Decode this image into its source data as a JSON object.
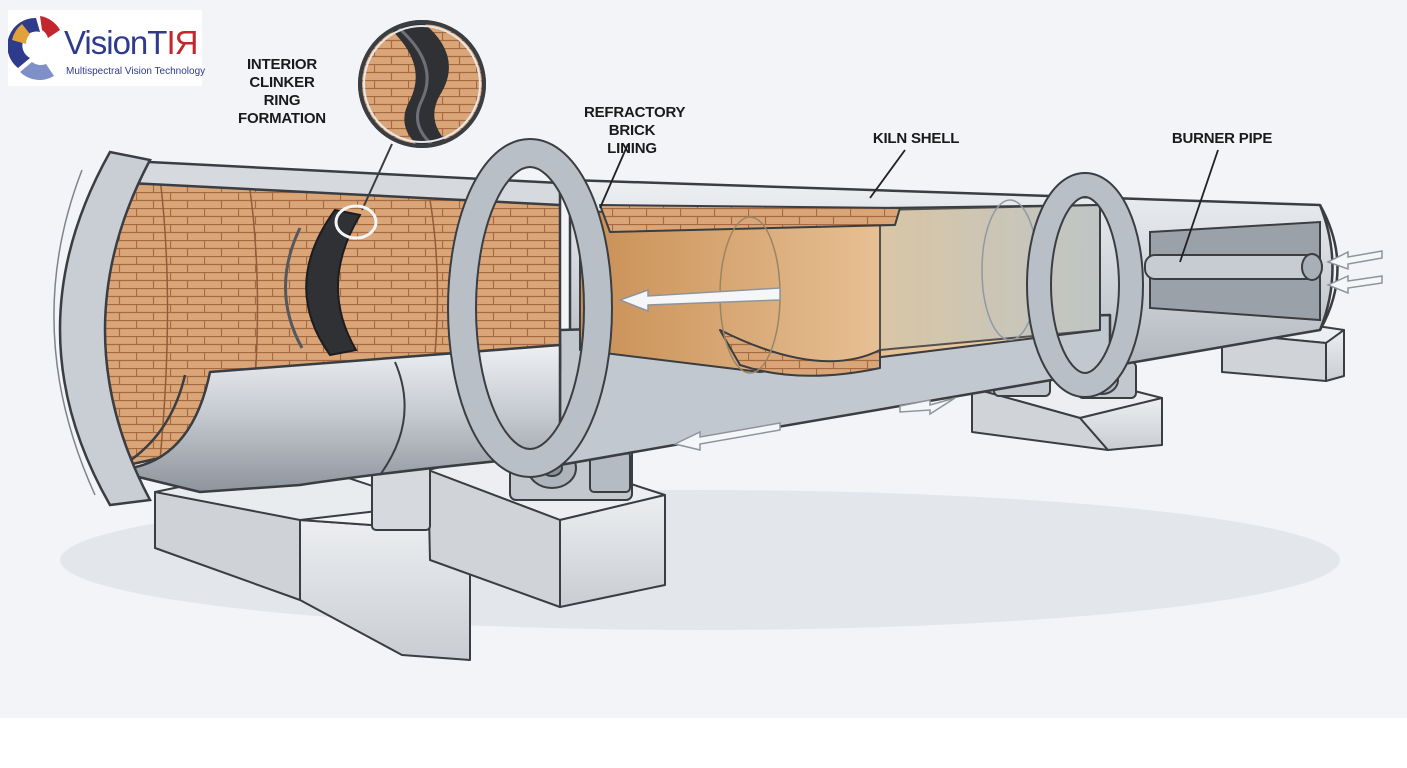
{
  "logo": {
    "name_main": "VisionT",
    "name_accent": "IЯ",
    "tagline": "Multispectral Vision Technology",
    "brand_color": "#2e3a8c",
    "accent_color": "#c4262e"
  },
  "labels": {
    "clinker_line1": "INTERIOR CLINKER",
    "clinker_line2": "RING FORMATION",
    "refractory_line1": "REFRACTORY",
    "refractory_line2": "BRICK LINING",
    "kiln_shell": "KILN SHELL",
    "burner_pipe": "BURNER PIPE"
  },
  "colors": {
    "background": "#f3f5f7",
    "shell": "#c9ced4",
    "brick": "#d9a173",
    "mortar": "#a86b43",
    "clinker": "#2f3134",
    "concrete": "#dfe2e6",
    "outline": "#3a3d42"
  }
}
